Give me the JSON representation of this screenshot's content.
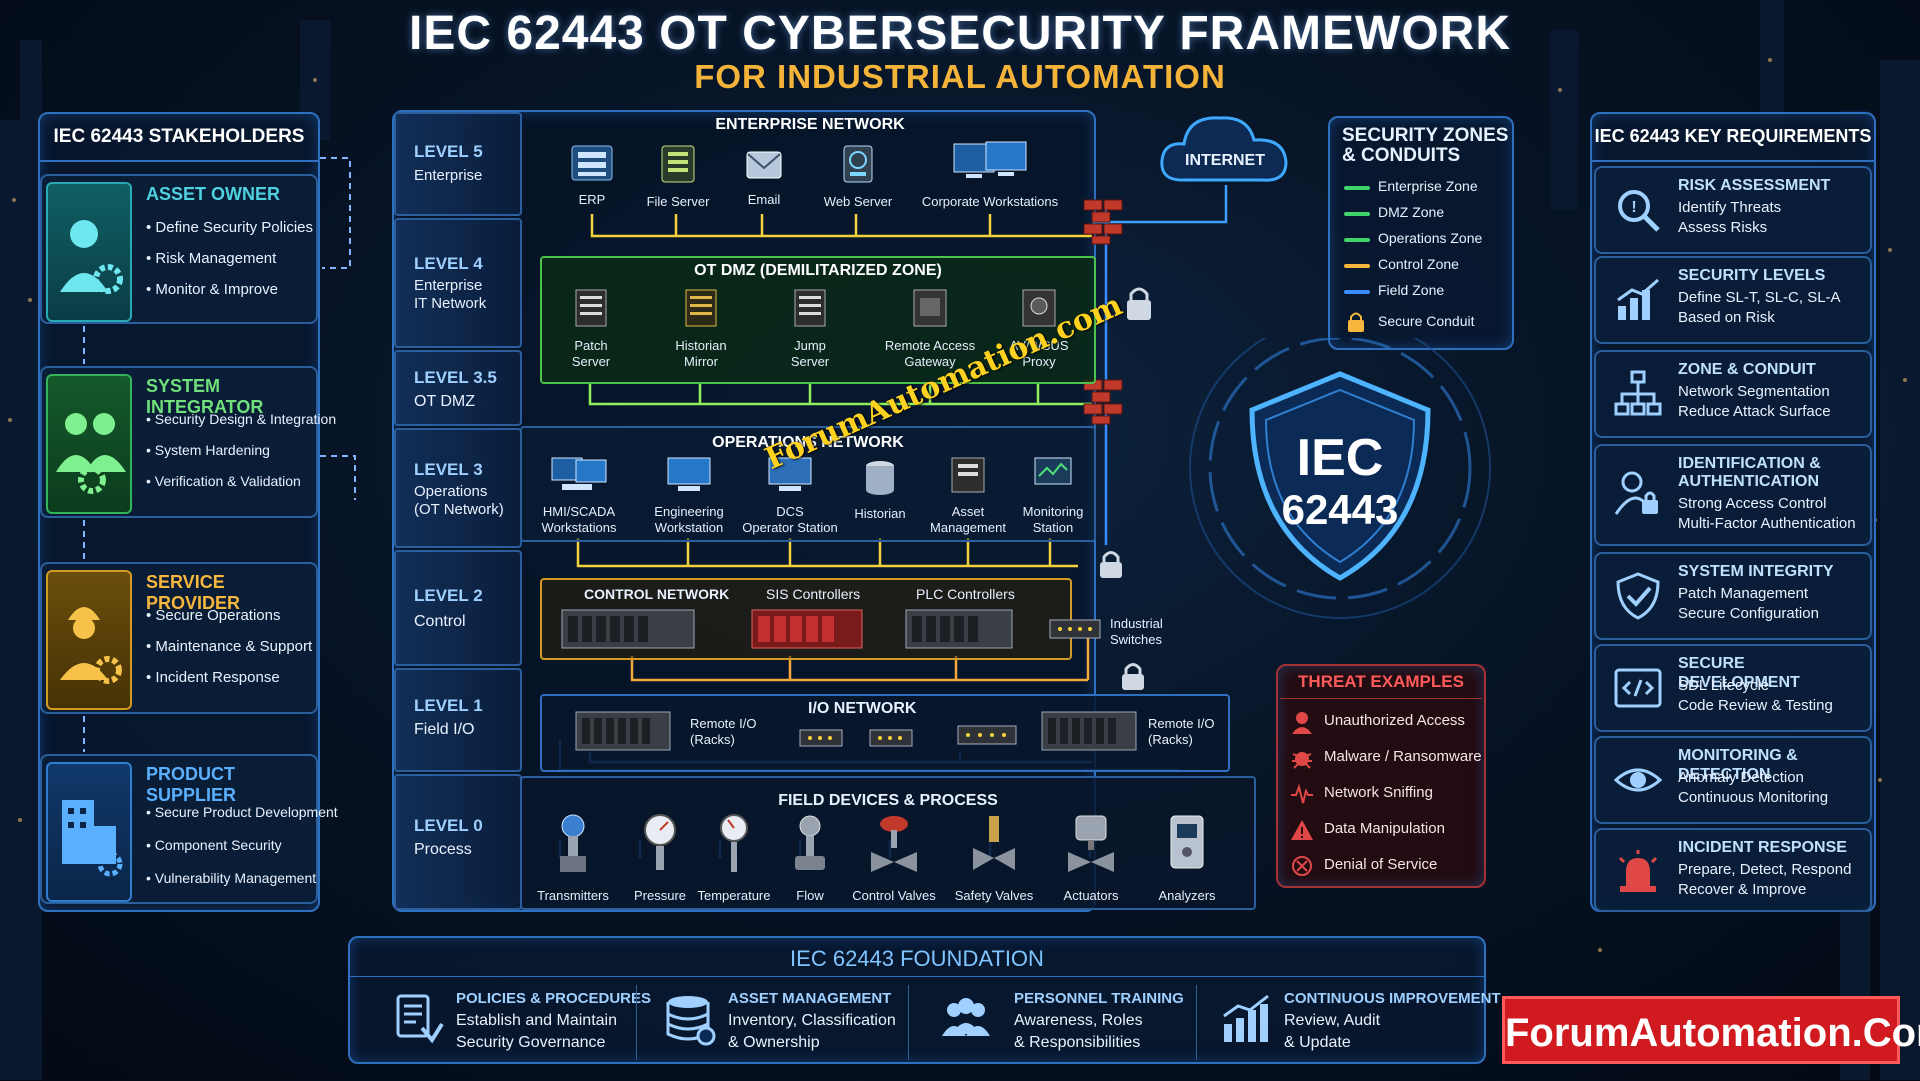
{
  "title": "IEC 62443 OT CYBERSECURITY FRAMEWORK",
  "subtitle": "FOR INDUSTRIAL AUTOMATION",
  "stakeholders": {
    "heading": "IEC 62443 STAKEHOLDERS",
    "cards": [
      {
        "title": "ASSET OWNER",
        "color": "#4fd1e0",
        "items": [
          "Define Security Policies",
          "Risk Management",
          "Monitor & Improve"
        ]
      },
      {
        "title": "SYSTEM INTEGRATOR",
        "color": "#6fe07a",
        "items": [
          "Security Design & Integration",
          "System Hardening",
          "Verification & Validation"
        ]
      },
      {
        "title": "SERVICE PROVIDER",
        "color": "#f6b73c",
        "items": [
          "Secure Operations",
          "Maintenance & Support",
          "Incident Response"
        ]
      },
      {
        "title": "PRODUCT SUPPLIER",
        "color": "#5ab0ff",
        "items": [
          "Secure Product Development",
          "Component Security",
          "Vulnerability Management"
        ]
      }
    ]
  },
  "levels": [
    {
      "num": "LEVEL 5",
      "desc": [
        "Enterprise"
      ]
    },
    {
      "num": "LEVEL 4",
      "desc": [
        "Enterprise",
        "IT Network"
      ]
    },
    {
      "num": "LEVEL 3.5",
      "desc": [
        "OT DMZ"
      ]
    },
    {
      "num": "LEVEL 3",
      "desc": [
        "Operations",
        "(OT Network)"
      ]
    },
    {
      "num": "LEVEL 2",
      "desc": [
        "Control"
      ]
    },
    {
      "num": "LEVEL 1",
      "desc": [
        "Field I/O"
      ]
    },
    {
      "num": "LEVEL 0",
      "desc": [
        "Process"
      ]
    }
  ],
  "enterprise": {
    "title": "ENTERPRISE NETWORK",
    "devices": [
      "ERP",
      "File Server",
      "Email",
      "Web Server",
      "Corporate Workstations"
    ]
  },
  "internet": "INTERNET",
  "dmz": {
    "title": "OT DMZ (DEMILITARIZED ZONE)",
    "devices": [
      [
        "Patch",
        "Server"
      ],
      [
        "Historian",
        "Mirror"
      ],
      [
        "Jump",
        "Server"
      ],
      [
        "Remote Access",
        "Gateway"
      ],
      [
        "AV/WSUS",
        "Proxy"
      ]
    ]
  },
  "operations": {
    "title": "OPERATIONS NETWORK",
    "devices": [
      [
        "HMI/SCADA",
        "Workstations"
      ],
      [
        "Engineering",
        "Workstation"
      ],
      [
        "DCS",
        "Operator Station"
      ],
      [
        "Historian"
      ],
      [
        "Asset",
        "Management"
      ],
      [
        "Monitoring",
        "Station"
      ]
    ]
  },
  "control": {
    "title": "CONTROL NETWORK",
    "groups": [
      "SIS Controllers",
      "PLC Controllers"
    ],
    "switch": [
      "Industrial",
      "Switches"
    ]
  },
  "io": {
    "title": "I/O NETWORK",
    "remote_left": [
      "Remote I/O",
      "(Racks)"
    ],
    "remote_right": [
      "Remote I/O",
      "(Racks)"
    ]
  },
  "field": {
    "title": "FIELD DEVICES & PROCESS",
    "devices": [
      "Transmitters",
      "Pressure",
      "Temperature",
      "Flow",
      "Control Valves",
      "Safety Valves",
      "Actuators",
      "Analyzers"
    ]
  },
  "zones": {
    "heading": [
      "SECURITY ZONES",
      "& CONDUITS"
    ],
    "items": [
      {
        "label": "Enterprise Zone",
        "color": "#3fd46a"
      },
      {
        "label": "DMZ Zone",
        "color": "#3fd46a"
      },
      {
        "label": "Operations Zone",
        "color": "#3fd46a"
      },
      {
        "label": "Control Zone",
        "color": "#f6b73c"
      },
      {
        "label": "Field Zone",
        "color": "#3a8cff"
      },
      {
        "label": "Secure Conduit",
        "color": "#f6b73c"
      }
    ]
  },
  "shield": {
    "line1": "IEC",
    "line2": "62443"
  },
  "threats": {
    "heading": "THREAT EXAMPLES",
    "items": [
      "Unauthorized Access",
      "Malware / Ransomware",
      "Network Sniffing",
      "Data Manipulation",
      "Denial of Service"
    ]
  },
  "requirements": {
    "heading": "IEC 62443 KEY REQUIREMENTS",
    "items": [
      {
        "title": [
          "RISK ASSESSMENT"
        ],
        "desc": [
          "Identify Threats",
          "Assess Risks"
        ],
        "icon": "risk-search-icon"
      },
      {
        "title": [
          "SECURITY LEVELS"
        ],
        "desc": [
          "Define SL-T, SL-C, SL-A",
          "Based on Risk"
        ],
        "icon": "bar-chart-icon"
      },
      {
        "title": [
          "ZONE & CONDUIT"
        ],
        "desc": [
          "Network Segmentation",
          "Reduce Attack Surface"
        ],
        "icon": "network-tree-icon"
      },
      {
        "title": [
          "IDENTIFICATION &",
          "AUTHENTICATION"
        ],
        "desc": [
          "Strong Access Control",
          "Multi-Factor Authentication"
        ],
        "icon": "user-lock-icon"
      },
      {
        "title": [
          "SYSTEM INTEGRITY"
        ],
        "desc": [
          "Patch Management",
          "Secure Configuration"
        ],
        "icon": "shield-check-icon"
      },
      {
        "title": [
          "SECURE DEVELOPMENT"
        ],
        "desc": [
          "SDL Lifecycle",
          "Code Review & Testing"
        ],
        "icon": "code-icon"
      },
      {
        "title": [
          "MONITORING & DETECTION"
        ],
        "desc": [
          "Anomaly Detection",
          "Continuous Monitoring"
        ],
        "icon": "eye-icon"
      },
      {
        "title": [
          "INCIDENT RESPONSE"
        ],
        "desc": [
          "Prepare, Detect, Respond",
          "Recover & Improve"
        ],
        "icon": "alarm-icon"
      }
    ]
  },
  "foundation": {
    "heading": "IEC 62443 FOUNDATION",
    "items": [
      {
        "title": "POLICIES & PROCEDURES",
        "desc": [
          "Establish and Maintain",
          "Security Governance"
        ],
        "icon": "document-check-icon"
      },
      {
        "title": "ASSET MANAGEMENT",
        "desc": [
          "Inventory, Classification",
          "& Ownership"
        ],
        "icon": "database-icon"
      },
      {
        "title": "PERSONNEL TRAINING",
        "desc": [
          "Awareness, Roles",
          "& Responsibilities"
        ],
        "icon": "people-icon"
      },
      {
        "title": "CONTINUOUS IMPROVEMENT",
        "desc": [
          "Review, Audit",
          "& Update"
        ],
        "icon": "growth-chart-icon"
      }
    ]
  },
  "brand": "ForumAutomation.Com",
  "watermark": "ForumAutomation.com"
}
